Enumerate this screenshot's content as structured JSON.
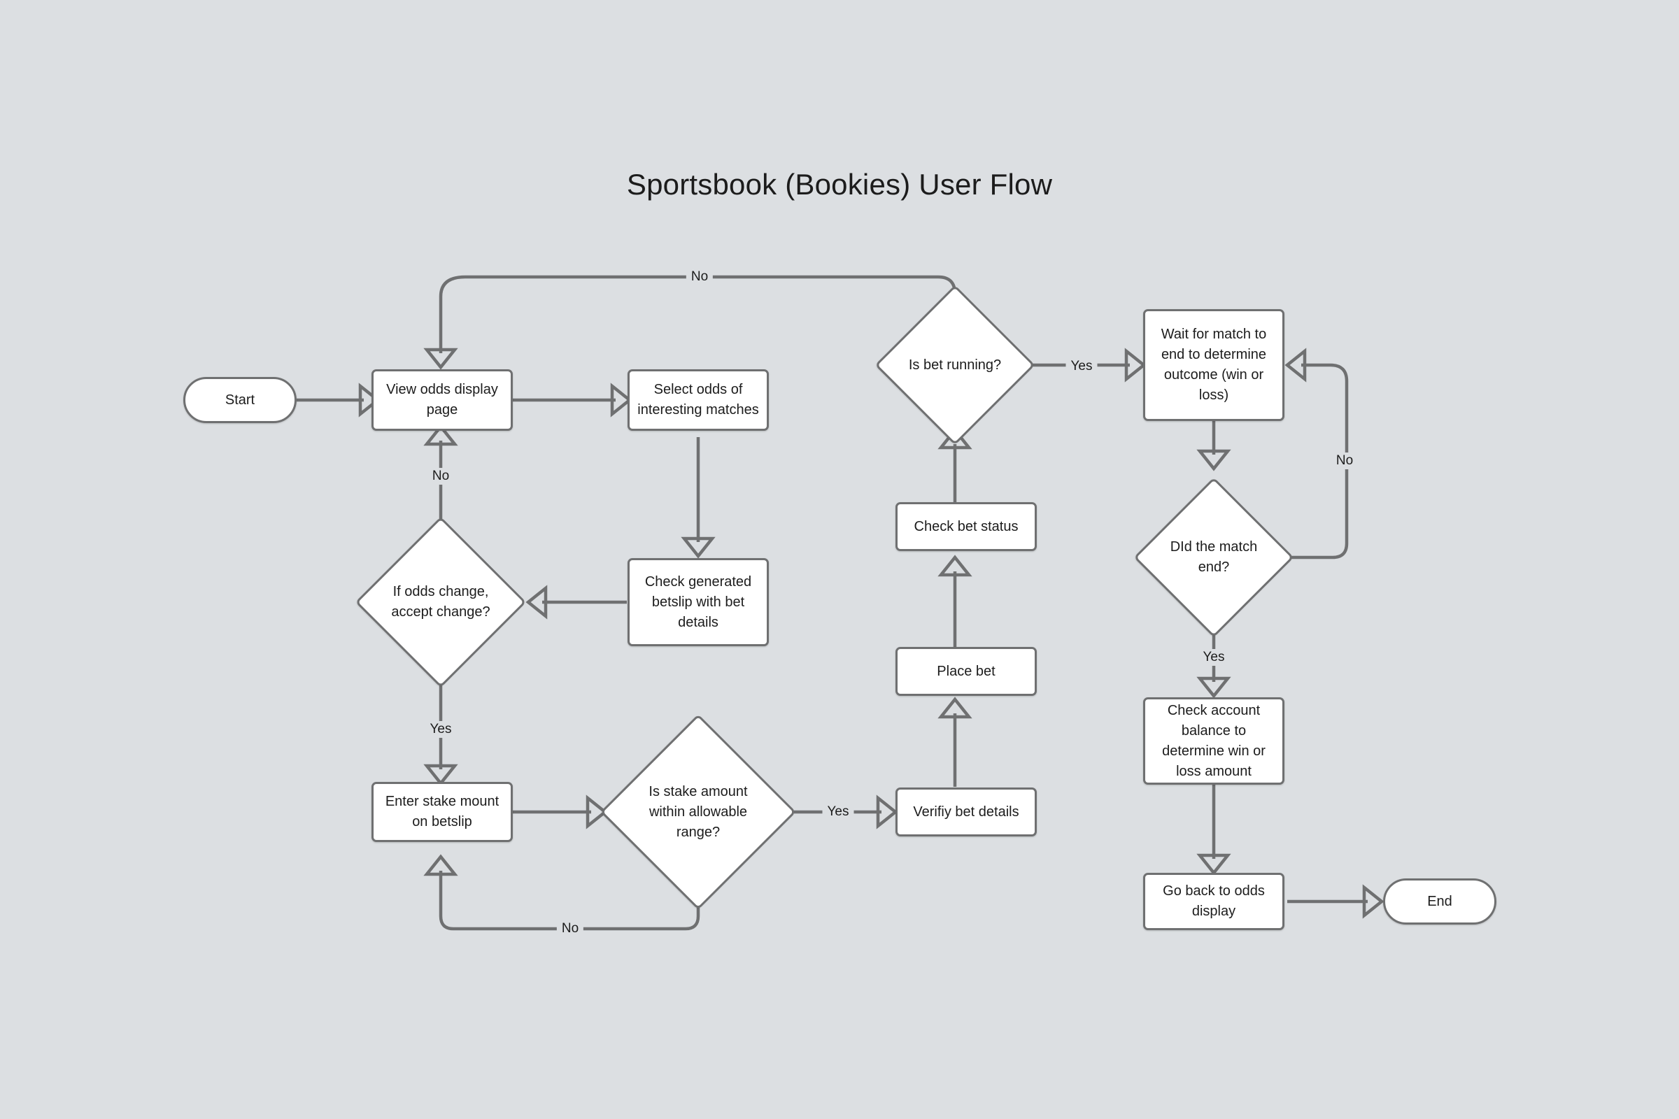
{
  "title": "Sportsbook (Bookies) User Flow",
  "theme": {
    "background": "#dcdfe2",
    "node_fill": "#ffffff",
    "node_stroke": "#6f7071",
    "edge_stroke": "#6f7071",
    "text": "#1c1c1c"
  },
  "nodes": {
    "start": {
      "label": "Start",
      "shape": "terminator"
    },
    "view_odds": {
      "label": "View odds display page",
      "shape": "process"
    },
    "select_odds": {
      "label": "Select odds of interesting matches",
      "shape": "process"
    },
    "check_betslip": {
      "label": "Check generated betslip with bet details",
      "shape": "process"
    },
    "odds_change": {
      "label": "If odds change, accept change?",
      "shape": "decision"
    },
    "enter_stake": {
      "label": "Enter stake mount on betslip",
      "shape": "process"
    },
    "stake_range": {
      "label": "Is stake amount within allowable range?",
      "shape": "decision"
    },
    "verify_bet": {
      "label": "Verifiy bet details",
      "shape": "process"
    },
    "place_bet": {
      "label": "Place bet",
      "shape": "process"
    },
    "check_status": {
      "label": "Check bet status",
      "shape": "process"
    },
    "bet_running": {
      "label": "Is bet running?",
      "shape": "decision"
    },
    "wait_match": {
      "label": "Wait for match to end to determine outcome (win or loss)",
      "shape": "process"
    },
    "match_end": {
      "label": "DId the match end?",
      "shape": "decision"
    },
    "check_balance": {
      "label": "Check account balance to determine win or loss amount",
      "shape": "process"
    },
    "go_back": {
      "label": "Go back to odds display",
      "shape": "process"
    },
    "end": {
      "label": "End",
      "shape": "terminator"
    }
  },
  "edge_labels": {
    "bet_running_no": "No",
    "bet_running_yes": "Yes",
    "odds_change_no": "No",
    "odds_change_yes": "Yes",
    "stake_range_yes": "Yes",
    "stake_range_no": "No",
    "match_end_no": "No",
    "match_end_yes": "Yes"
  },
  "chart_data": {
    "type": "diagram",
    "title": "Sportsbook (Bookies) User Flow",
    "diagram_kind": "flowchart",
    "nodes": [
      {
        "id": "start",
        "label": "Start",
        "shape": "terminator"
      },
      {
        "id": "view_odds",
        "label": "View odds display page",
        "shape": "process"
      },
      {
        "id": "select_odds",
        "label": "Select odds of interesting matches",
        "shape": "process"
      },
      {
        "id": "check_betslip",
        "label": "Check generated betslip with bet details",
        "shape": "process"
      },
      {
        "id": "odds_change",
        "label": "If odds change, accept change?",
        "shape": "decision"
      },
      {
        "id": "enter_stake",
        "label": "Enter stake mount on betslip",
        "shape": "process"
      },
      {
        "id": "stake_range",
        "label": "Is stake amount within allowable range?",
        "shape": "decision"
      },
      {
        "id": "verify_bet",
        "label": "Verifiy bet details",
        "shape": "process"
      },
      {
        "id": "place_bet",
        "label": "Place bet",
        "shape": "process"
      },
      {
        "id": "check_status",
        "label": "Check bet status",
        "shape": "process"
      },
      {
        "id": "bet_running",
        "label": "Is bet running?",
        "shape": "decision"
      },
      {
        "id": "wait_match",
        "label": "Wait for match to end to determine outcome (win or loss)",
        "shape": "process"
      },
      {
        "id": "match_end",
        "label": "DId the match end?",
        "shape": "decision"
      },
      {
        "id": "check_balance",
        "label": "Check account balance to determine win or loss amount",
        "shape": "process"
      },
      {
        "id": "go_back",
        "label": "Go back to odds display",
        "shape": "process"
      },
      {
        "id": "end",
        "label": "End",
        "shape": "terminator"
      }
    ],
    "edges": [
      {
        "from": "start",
        "to": "view_odds",
        "label": ""
      },
      {
        "from": "view_odds",
        "to": "select_odds",
        "label": ""
      },
      {
        "from": "select_odds",
        "to": "check_betslip",
        "label": ""
      },
      {
        "from": "check_betslip",
        "to": "odds_change",
        "label": ""
      },
      {
        "from": "odds_change",
        "to": "view_odds",
        "label": "No"
      },
      {
        "from": "odds_change",
        "to": "enter_stake",
        "label": "Yes"
      },
      {
        "from": "enter_stake",
        "to": "stake_range",
        "label": ""
      },
      {
        "from": "stake_range",
        "to": "verify_bet",
        "label": "Yes"
      },
      {
        "from": "stake_range",
        "to": "enter_stake",
        "label": "No"
      },
      {
        "from": "verify_bet",
        "to": "place_bet",
        "label": ""
      },
      {
        "from": "place_bet",
        "to": "check_status",
        "label": ""
      },
      {
        "from": "check_status",
        "to": "bet_running",
        "label": ""
      },
      {
        "from": "bet_running",
        "to": "view_odds",
        "label": "No"
      },
      {
        "from": "bet_running",
        "to": "wait_match",
        "label": "Yes"
      },
      {
        "from": "wait_match",
        "to": "match_end",
        "label": ""
      },
      {
        "from": "match_end",
        "to": "wait_match",
        "label": "No"
      },
      {
        "from": "match_end",
        "to": "check_balance",
        "label": "Yes"
      },
      {
        "from": "check_balance",
        "to": "go_back",
        "label": ""
      },
      {
        "from": "go_back",
        "to": "end",
        "label": ""
      }
    ]
  }
}
